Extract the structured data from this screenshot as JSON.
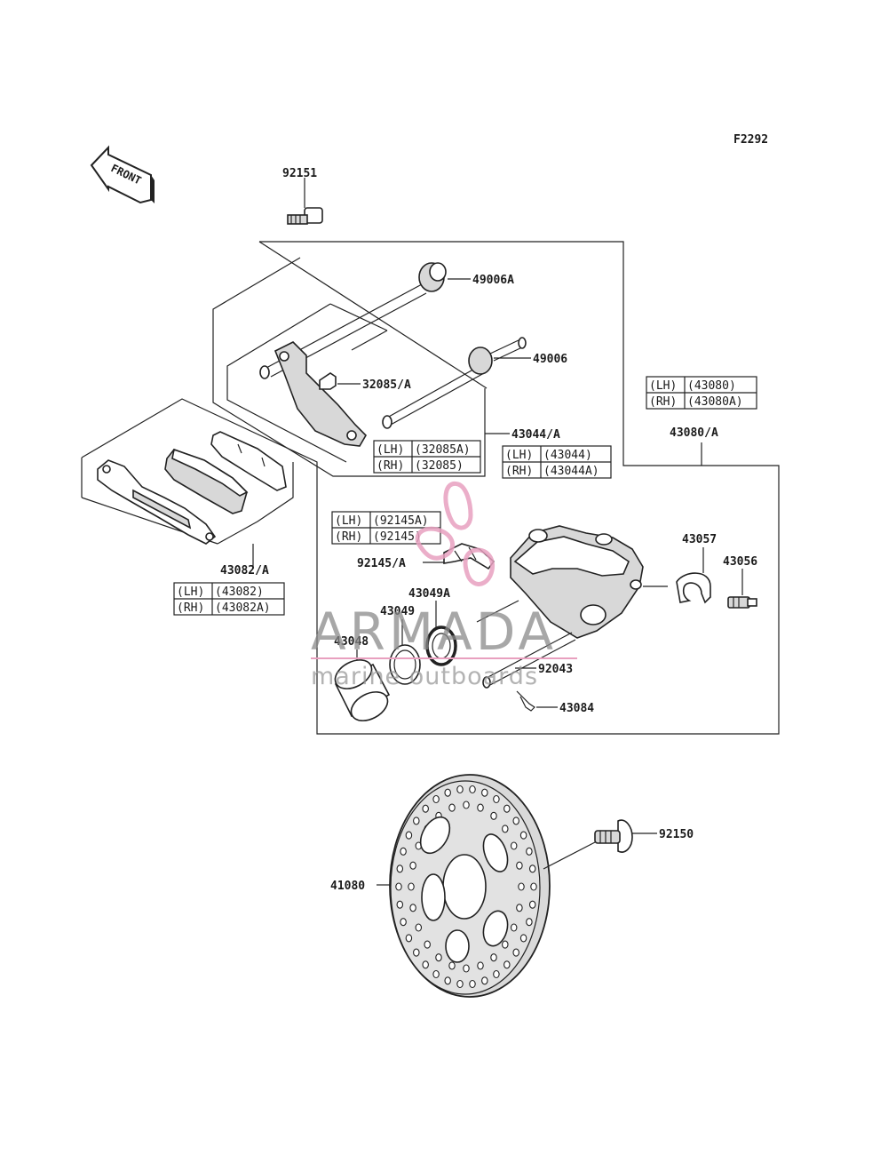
{
  "figure_code": "F2292",
  "front_label": "FRONT",
  "parts": {
    "p92151": "92151",
    "p49006A": "49006A",
    "p49006": "49006",
    "p32085A": "32085/A",
    "p43044A": "43044/A",
    "p43080A": "43080/A",
    "p43082A": "43082/A",
    "p92145A": "92145/A",
    "p43049A": "43049A",
    "p43049": "43049",
    "p43048": "43048",
    "p43057": "43057",
    "p43056": "43056",
    "p92043": "92043",
    "p43084": "43084",
    "p92150": "92150",
    "p41080": "41080"
  },
  "variant_tables": {
    "t32085": {
      "lh_side": "(LH)",
      "lh_part": "(32085A)",
      "rh_side": "(RH)",
      "rh_part": "(32085)"
    },
    "t43044": {
      "lh_side": "(LH)",
      "lh_part": "(43044)",
      "rh_side": "(RH)",
      "rh_part": "(43044A)"
    },
    "t43080": {
      "lh_side": "(LH)",
      "lh_part": "(43080)",
      "rh_side": "(RH)",
      "rh_part": "(43080A)"
    },
    "t92145": {
      "lh_side": "(LH)",
      "lh_part": "(92145A)",
      "rh_side": "(RH)",
      "rh_part": "(92145)"
    },
    "t43082": {
      "lh_side": "(LH)",
      "lh_part": "(43082)",
      "rh_side": "(RH)",
      "rh_part": "(43082A)"
    }
  },
  "watermark": {
    "brand": "ARMADA",
    "tagline": "marine outboards",
    "logo_color": "#e8a0bf",
    "text_color": "#8a8a8a"
  }
}
